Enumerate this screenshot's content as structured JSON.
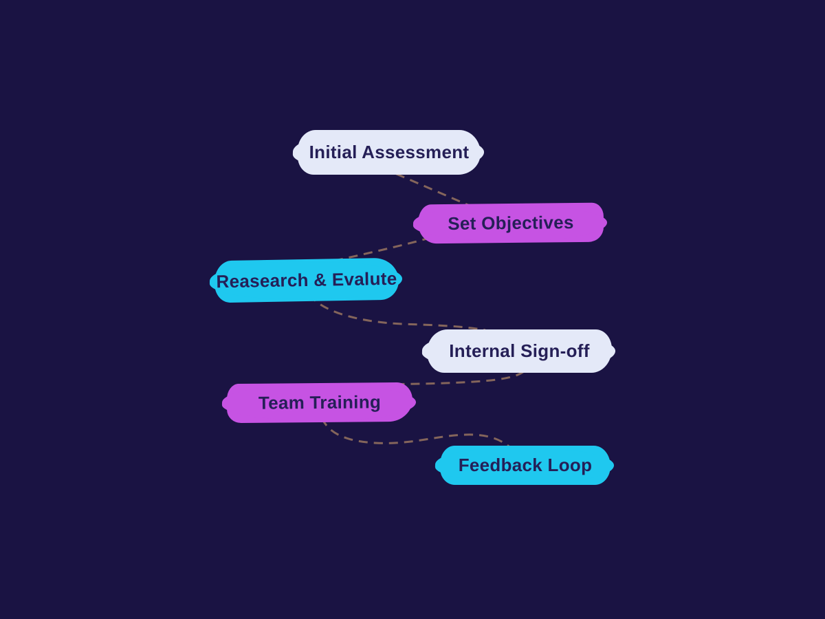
{
  "palette": {
    "background": "#1a1343",
    "node_light": "#e4e9f8",
    "node_purple": "#c653e3",
    "node_cyan": "#1fc8ef",
    "text": "#251f57",
    "connector": "#84655b"
  },
  "diagram": {
    "nodes": [
      {
        "id": "initial-assessment",
        "label": "Initial Assessment",
        "color": "light"
      },
      {
        "id": "set-objectives",
        "label": "Set Objectives",
        "color": "purple"
      },
      {
        "id": "research-evaluate",
        "label": "Reasearch & Evalute",
        "color": "cyan"
      },
      {
        "id": "internal-sign-off",
        "label": "Internal Sign-off",
        "color": "light"
      },
      {
        "id": "team-training",
        "label": "Team Training",
        "color": "purple"
      },
      {
        "id": "feedback-loop",
        "label": "Feedback Loop",
        "color": "cyan"
      }
    ],
    "connections": [
      {
        "from": "initial-assessment",
        "to": "set-objectives",
        "style": "dashed"
      },
      {
        "from": "set-objectives",
        "to": "research-evaluate",
        "style": "dashed"
      },
      {
        "from": "research-evaluate",
        "to": "internal-sign-off",
        "style": "dashed"
      },
      {
        "from": "internal-sign-off",
        "to": "team-training",
        "style": "dashed"
      },
      {
        "from": "team-training",
        "to": "feedback-loop",
        "style": "dashed"
      }
    ]
  }
}
